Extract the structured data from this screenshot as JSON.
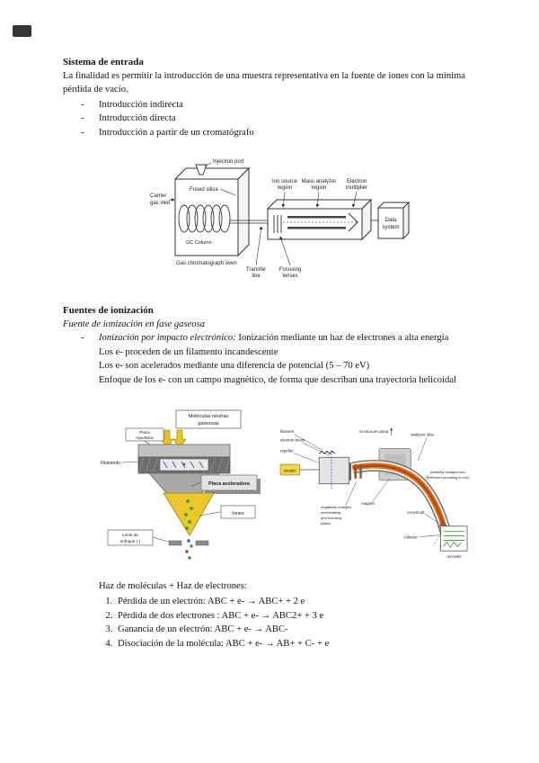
{
  "section_entrada": {
    "heading": "Sistema de entrada",
    "intro": "La finalidad es permitir la introducción de una muestra representativa en la fuente de iones con la mínima pérdida de vacío.",
    "bullets": [
      "Introducción indirecta",
      "Introducción directa",
      "Introducción a partir de un cromatógrafo"
    ]
  },
  "figure_gcms": {
    "injection_port": "Injection port",
    "fused_silica": "Fused silica",
    "carrier_line1": "Carrier",
    "carrier_line2": "gas inlet",
    "gc_column": "GC Column",
    "oven_label": "Gas chromatograph oven",
    "ion_source_line1": "Ion source",
    "ion_source_line2": "region",
    "mass_line1": "Mass analyzer",
    "mass_line2": "region",
    "multiplier_line1": "Electron",
    "multiplier_line2": "multiplier",
    "transfer_line1": "Transfer",
    "transfer_line2": "line",
    "focusing_line1": "Focusing",
    "focusing_line2": "lenses",
    "data_line1": "Data",
    "data_line2": "system"
  },
  "section_fuentes": {
    "heading": "Fuentes de ionización",
    "subheading": "Fuente de ionización en fase gaseosa",
    "impact_title": "Ionización por impacto electrónico:",
    "impact_text": "Ionización mediante un haz de electrones a alta energía",
    "detail1": "Los e- proceden de un filamento incandescente",
    "detail2": "Los e- son acelerados mediante una diferencia de potencial (5 – 70 eV)",
    "detail3": "Enfoque de los e- con un campo magnético, de forma que describan una trayectoria helicoidal"
  },
  "figure_fuente_es": {
    "neutral_line1": "Moléculas neutras",
    "neutral_line2": "gaseosas",
    "repeller_line1": "Placa",
    "repeller_line2": "repulsora",
    "filament": "Filamento",
    "accel_plate": "Placa aceleradora",
    "ions": "Iones",
    "lens_line1": "Lente de",
    "lens_line2": "enfoque (-)"
  },
  "figure_fuente_en": {
    "filament": "filament",
    "electron_beam": "electron beam",
    "repeller": "repeller",
    "to_vacuum_pump": "to vacuum pump",
    "sample": "sample",
    "magnet": "magnet",
    "plates_line1": "negatively charged",
    "plates_line2": "accelerating",
    "plates_line3": "and focusing",
    "plates_line4": "plates",
    "analyzer_tube": "analyzer tube",
    "pos_ions_line1": "positively charged ions",
    "pos_ions_line2": "(deflected according to m/z)",
    "ion_exit_slit": "ion exit slit",
    "collector": "collector",
    "recorder": "recorder"
  },
  "section_reacciones": {
    "intro": "Haz de moléculas + Haz de electrones:",
    "items": [
      "Pérdida de un electrón: ABC + e- → ABC+ + 2 e",
      "Pérdida de dos electrones : ABC + e- → ABC2+ + 3 e",
      "Ganancia de un electrón: ABC + e- → ABC-",
      "Disociación de la molécula: ABC + e- → AB+ + C- + e"
    ]
  }
}
